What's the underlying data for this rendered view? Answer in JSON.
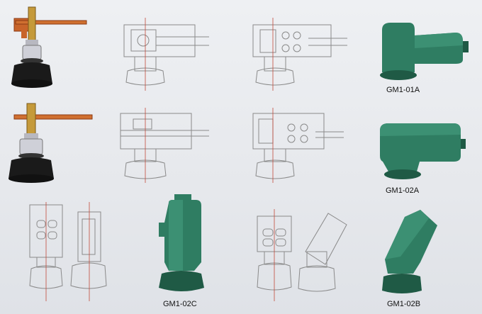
{
  "captions": {
    "gm1_01a": "GM1-01A",
    "gm1_02a": "GM1-02A",
    "gm1_02c": "GM1-02C",
    "gm1_02b": "GM1-02B"
  },
  "colors": {
    "insulator_green": "#2f7d62",
    "insulator_dark": "#1f5a45",
    "rubber_black": "#1a1a1a",
    "brass": "#c59a3a",
    "copper_bar": "#c8642a",
    "drawing_line": "#8a8a8a",
    "drawing_accent": "#c24a3a"
  }
}
